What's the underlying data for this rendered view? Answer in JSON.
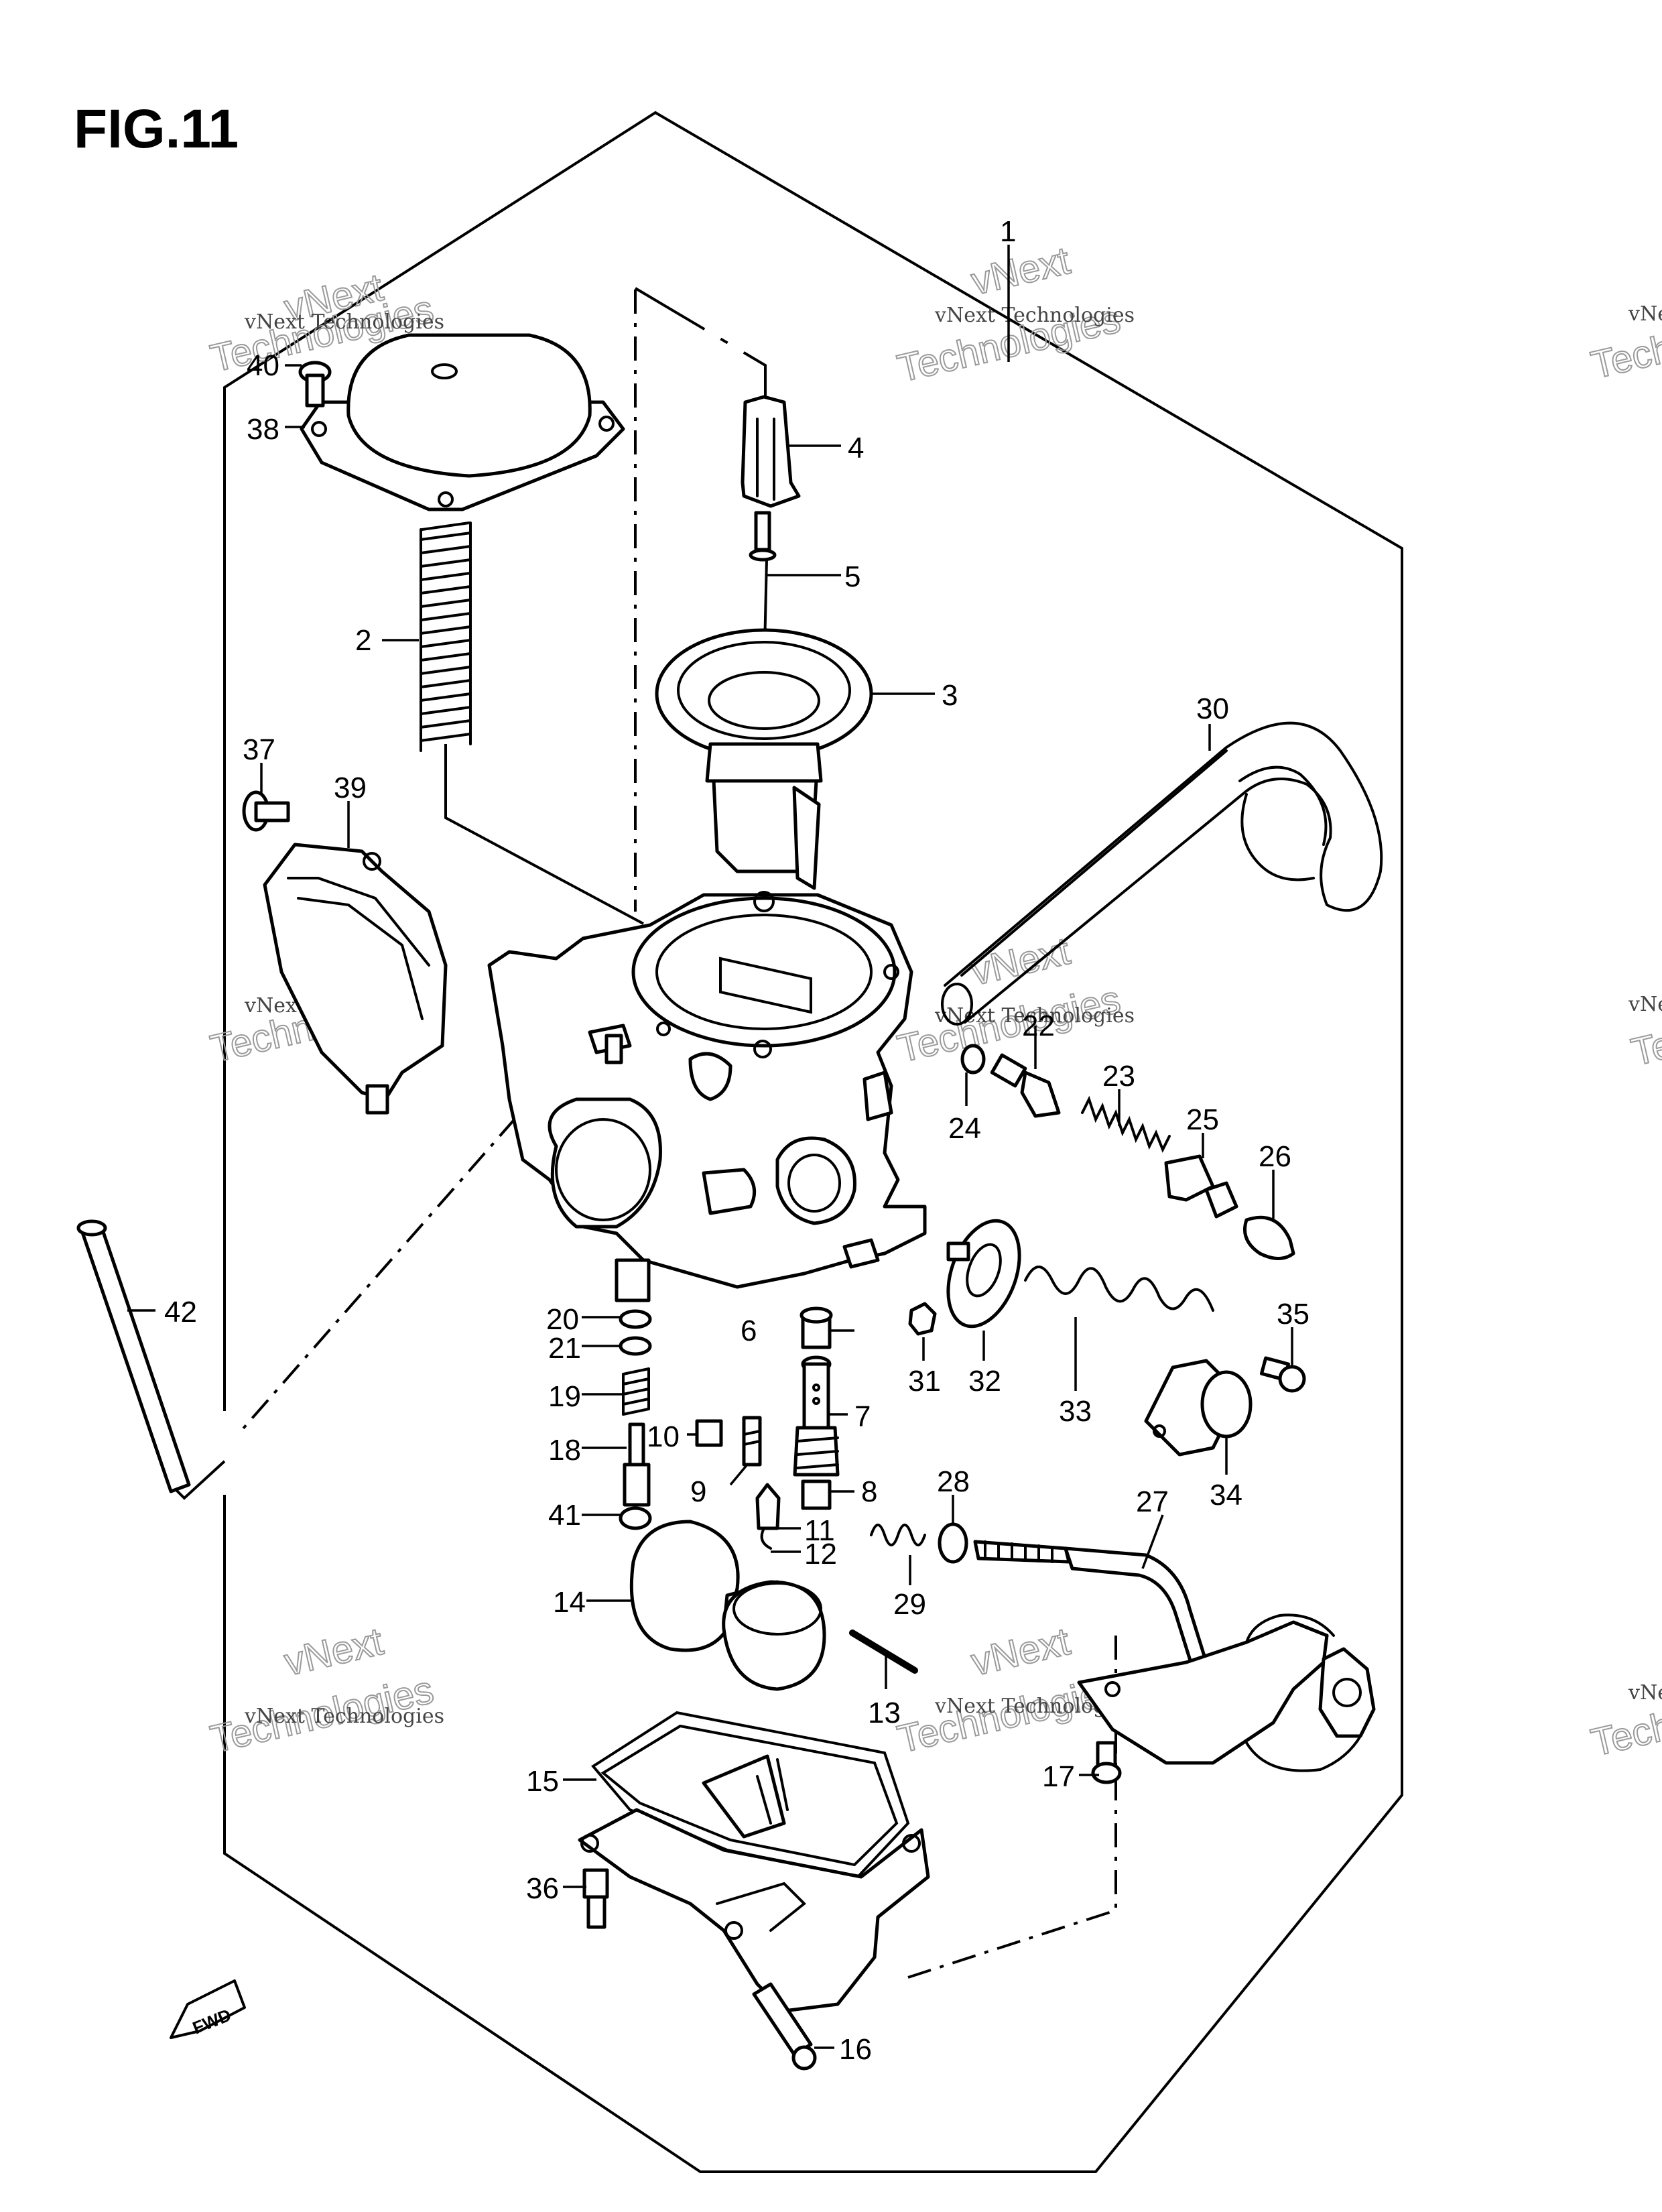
{
  "title": "FIG.11",
  "fwd_label": "FWD",
  "watermark": {
    "line1": "vNext Technologies",
    "big_line1": "vNext",
    "big_line2": "Technologies"
  },
  "callouts": [
    "1",
    "2",
    "3",
    "4",
    "5",
    "6",
    "7",
    "8",
    "9",
    "10",
    "11",
    "12",
    "13",
    "14",
    "15",
    "16",
    "17",
    "18",
    "19",
    "20",
    "21",
    "22",
    "23",
    "24",
    "25",
    "26",
    "27",
    "28",
    "29",
    "30",
    "31",
    "32",
    "33",
    "34",
    "35",
    "36",
    "37",
    "38",
    "39",
    "40",
    "41",
    "42"
  ]
}
